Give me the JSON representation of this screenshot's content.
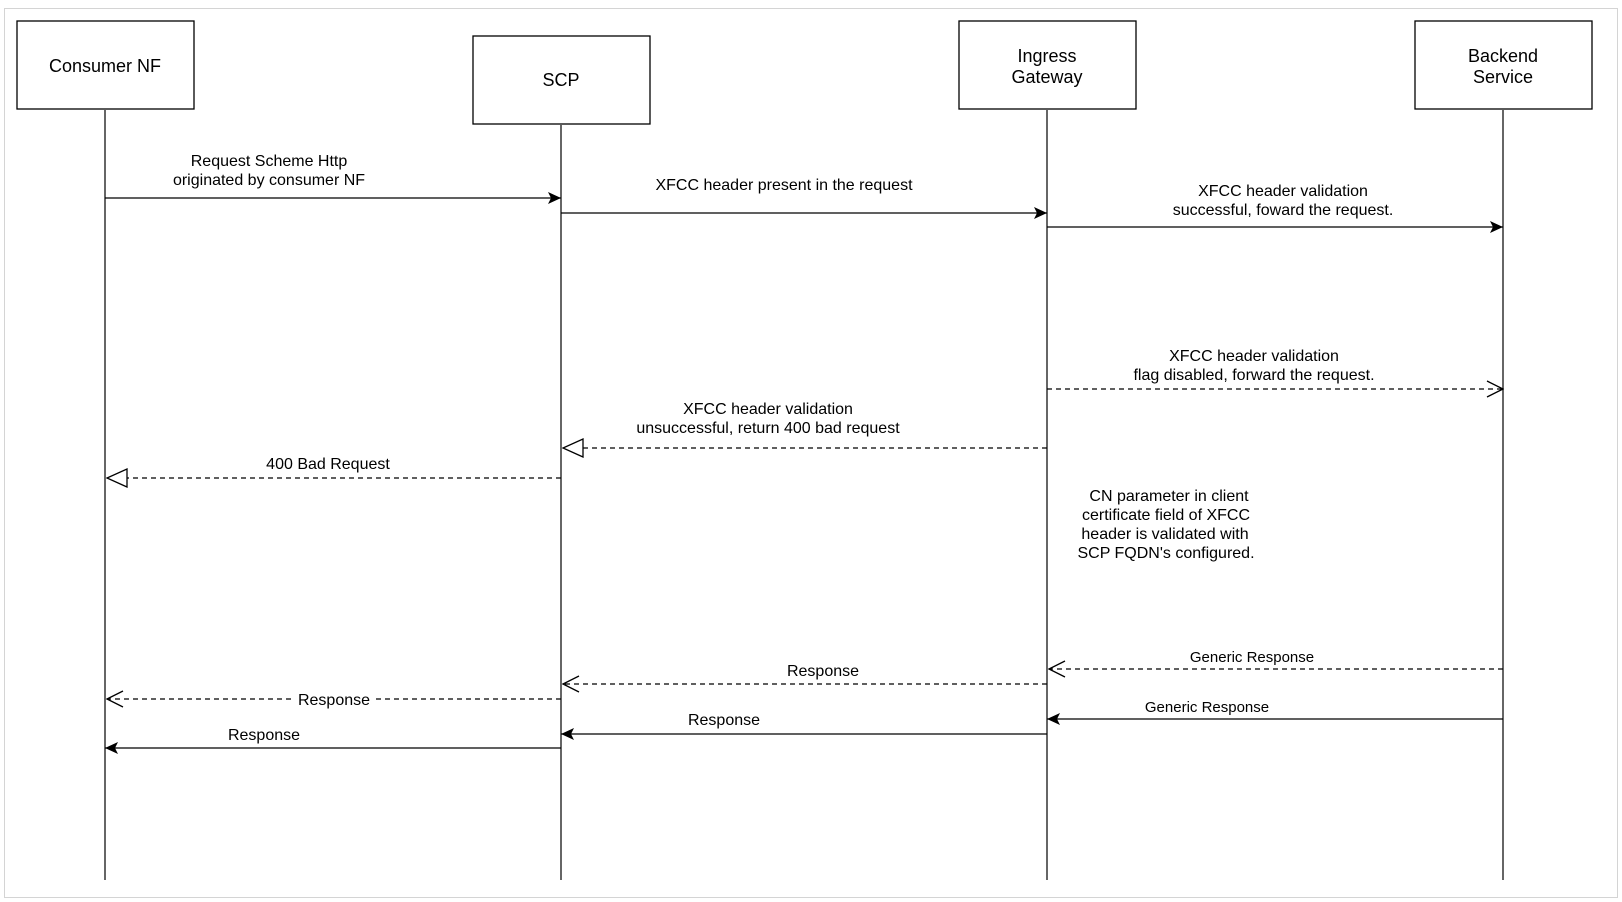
{
  "participants": [
    {
      "id": "consumer",
      "lines": [
        "Consumer NF"
      ]
    },
    {
      "id": "scp",
      "lines": [
        "SCP"
      ]
    },
    {
      "id": "ingress",
      "lines": [
        "Ingress",
        "Gateway"
      ]
    },
    {
      "id": "backend",
      "lines": [
        "Backend",
        "Service"
      ]
    }
  ],
  "messages": [
    {
      "id": "req-consumer-scp",
      "lines": [
        "Request Scheme Http",
        "originated by consumer NF"
      ],
      "style": "solid"
    },
    {
      "id": "scp-ingress",
      "lines": [
        "XFCC header present in the request"
      ],
      "style": "solid"
    },
    {
      "id": "ingress-backend-success",
      "lines": [
        "XFCC header validation",
        "successful, foward the request."
      ],
      "style": "solid"
    },
    {
      "id": "ingress-backend-flag",
      "lines": [
        "XFCC header validation",
        "flag disabled, forward the request."
      ],
      "style": "dashed"
    },
    {
      "id": "ingress-scp-400",
      "lines": [
        "XFCC header validation",
        "unsuccessful, return 400 bad request"
      ],
      "style": "dashed"
    },
    {
      "id": "scp-consumer-400",
      "lines": [
        "400 Bad Request"
      ],
      "style": "dashed"
    },
    {
      "id": "backend-ingress-generic-dashed",
      "lines": [
        "Generic Response"
      ],
      "style": "dashed"
    },
    {
      "id": "ingress-scp-response-dashed",
      "lines": [
        "Response"
      ],
      "style": "dashed"
    },
    {
      "id": "scp-consumer-response-dashed",
      "lines": [
        "Response"
      ],
      "style": "dashed"
    },
    {
      "id": "backend-ingress-generic-solid",
      "lines": [
        "Generic Response"
      ],
      "style": "solid"
    },
    {
      "id": "ingress-scp-response-solid",
      "lines": [
        "Response"
      ],
      "style": "solid"
    },
    {
      "id": "scp-consumer-response-solid",
      "lines": [
        "Response"
      ],
      "style": "solid"
    }
  ],
  "note": {
    "lines": [
      "CN parameter in client",
      "certificate field of XFCC",
      "header is validated with",
      "SCP FQDN's configured."
    ]
  }
}
